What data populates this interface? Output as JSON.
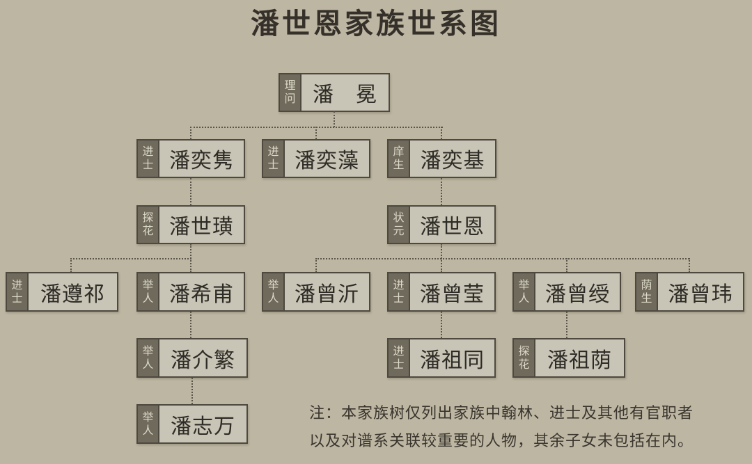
{
  "title": "潘世恩家族世系图",
  "colors": {
    "background": "#bdb6a3",
    "node_fill": "#c9c5b6",
    "tag_fill": "#6f6a5c",
    "tag_text": "#ddd9c8",
    "border": "#4e493f",
    "name_text": "#2e2c26",
    "connector": "#5a554a"
  },
  "tree": {
    "nodes": [
      {
        "name": "潘　冕",
        "tag": "理问",
        "generation": 1,
        "parent": ""
      },
      {
        "name": "潘奕隽",
        "tag": "进士",
        "generation": 2,
        "parent": "潘冕"
      },
      {
        "name": "潘奕藻",
        "tag": "进士",
        "generation": 2,
        "parent": "潘冕"
      },
      {
        "name": "潘奕基",
        "tag": "庠生",
        "generation": 2,
        "parent": "潘冕"
      },
      {
        "name": "潘世璜",
        "tag": "探花",
        "generation": 3,
        "parent": "潘奕隽"
      },
      {
        "name": "潘世恩",
        "tag": "状元",
        "generation": 3,
        "parent": "潘奕基"
      },
      {
        "name": "潘遵祁",
        "tag": "进士",
        "generation": 4,
        "parent": "潘世璜"
      },
      {
        "name": "潘希甫",
        "tag": "举人",
        "generation": 4,
        "parent": "潘世璜"
      },
      {
        "name": "潘曾沂",
        "tag": "举人",
        "generation": 4,
        "parent": "潘世恩"
      },
      {
        "name": "潘曾莹",
        "tag": "进士",
        "generation": 4,
        "parent": "潘世恩"
      },
      {
        "name": "潘曾绶",
        "tag": "举人",
        "generation": 4,
        "parent": "潘世恩"
      },
      {
        "name": "潘曾玮",
        "tag": "荫生",
        "generation": 4,
        "parent": "潘世恩"
      },
      {
        "name": "潘介繁",
        "tag": "举人",
        "generation": 5,
        "parent": "潘希甫"
      },
      {
        "name": "潘祖同",
        "tag": "进士",
        "generation": 5,
        "parent": "潘曾莹"
      },
      {
        "name": "潘祖荫",
        "tag": "探花",
        "generation": 5,
        "parent": "潘曾绶"
      },
      {
        "name": "潘志万",
        "tag": "举人",
        "generation": 6,
        "parent": "潘介繁"
      }
    ]
  },
  "note": {
    "line1": "注：本家族树仅列出家族中翰林、进士及其他有官职者",
    "line2": "以及对谱系关联较重要的人物，其余子女未包括在内。"
  }
}
